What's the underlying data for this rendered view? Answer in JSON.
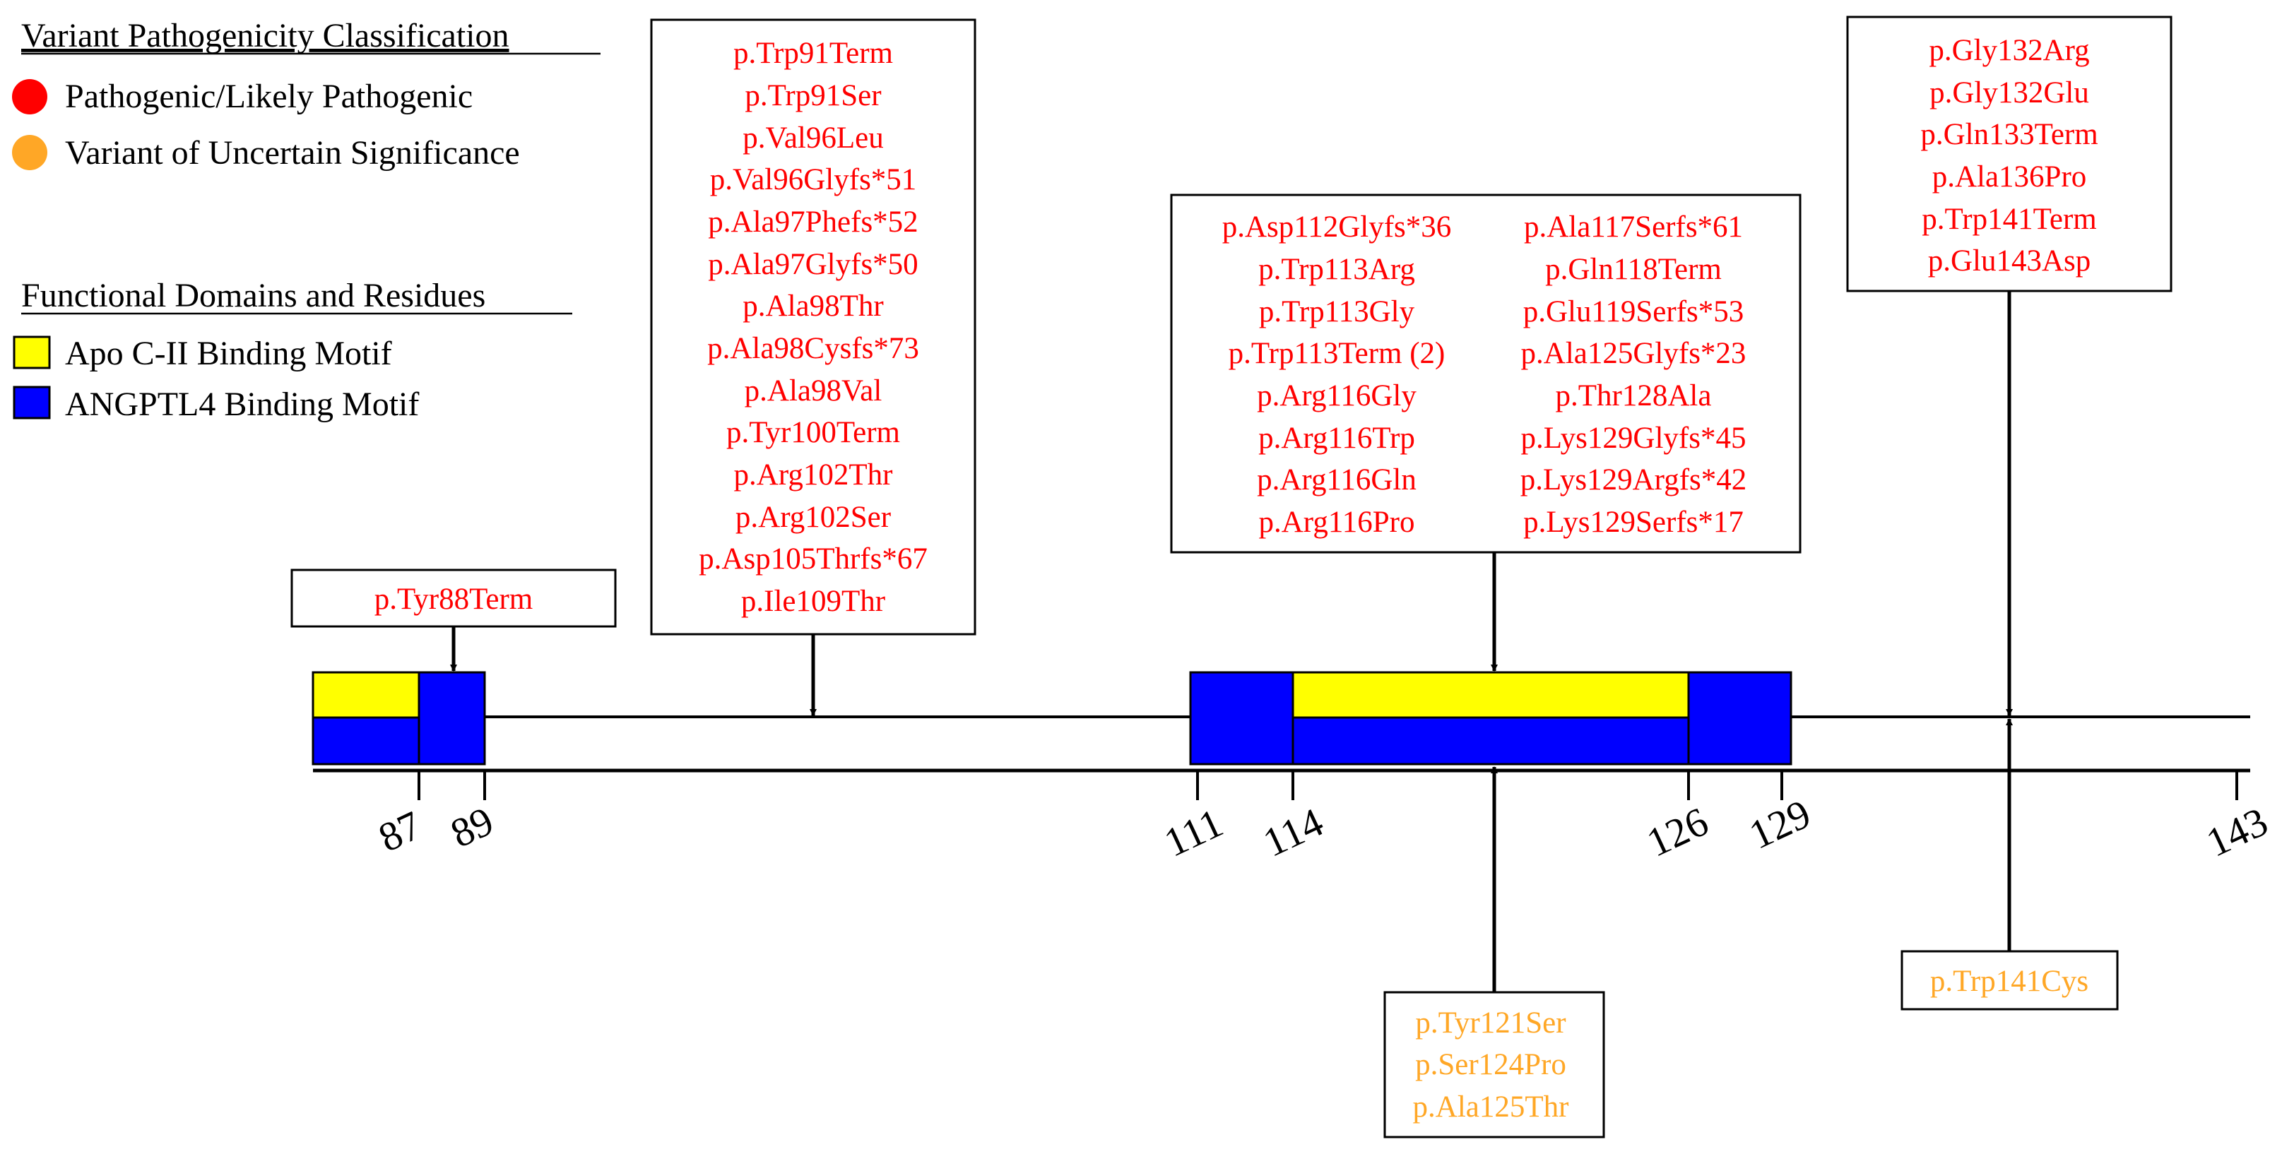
{
  "legend": {
    "classification_title": "Variant Pathogenicity Classification",
    "classes": [
      {
        "label": "Pathogenic/Likely Pathogenic",
        "color": "#ff0000"
      },
      {
        "label": "Variant of Uncertain Significance",
        "color": "#ffa726"
      }
    ],
    "domains_title": "Functional Domains and Residues",
    "domains": [
      {
        "label": "Apo C-II Binding Motif",
        "color": "#ffff00"
      },
      {
        "label": "ANGPTL4 Binding Motif",
        "color": "#0000ff"
      }
    ]
  },
  "track": {
    "ticks": [
      "87",
      "89",
      "111",
      "114",
      "126",
      "129",
      "143"
    ]
  },
  "variant_boxes": {
    "tyr88": {
      "lines": [
        "p.Tyr88Term"
      ]
    },
    "box91": {
      "lines": [
        "p.Trp91Term",
        "p.Trp91Ser",
        "p.Val96Leu",
        "p.Val96Glyfs*51",
        "p.Ala97Phefs*52",
        "p.Ala97Glyfs*50",
        "p.Ala98Thr",
        "p.Ala98Cysfs*73",
        "p.Ala98Val",
        "p.Tyr100Term",
        "p.Arg102Thr",
        "p.Arg102Ser",
        "p.Asp105Thrfs*67",
        "p.Ile109Thr"
      ]
    },
    "box112_left": {
      "lines": [
        "p.Asp112Glyfs*36",
        "p.Trp113Arg",
        "p.Trp113Gly",
        "p.Trp113Term (2)",
        "p.Arg116Gly",
        "p.Arg116Trp",
        "p.Arg116Gln",
        "p.Arg116Pro"
      ]
    },
    "box112_right": {
      "lines": [
        "p.Ala117Serfs*61",
        "p.Gln118Term",
        "p.Glu119Serfs*53",
        "p.Ala125Glyfs*23",
        "p.Thr128Ala",
        "p.Lys129Glyfs*45",
        "p.Lys129Argfs*42",
        "p.Lys129Serfs*17"
      ]
    },
    "box132": {
      "lines": [
        "p.Gly132Arg",
        "p.Gly132Glu",
        "p.Gln133Term",
        "p.Ala136Pro",
        "p.Trp141Term",
        "p.Glu143Asp"
      ]
    },
    "vus121": {
      "lines": [
        "p.Tyr121Ser",
        "p.Ser124Pro",
        "p.Ala125Thr"
      ]
    },
    "vus141": {
      "lines": [
        "p.Trp141Cys"
      ]
    }
  }
}
